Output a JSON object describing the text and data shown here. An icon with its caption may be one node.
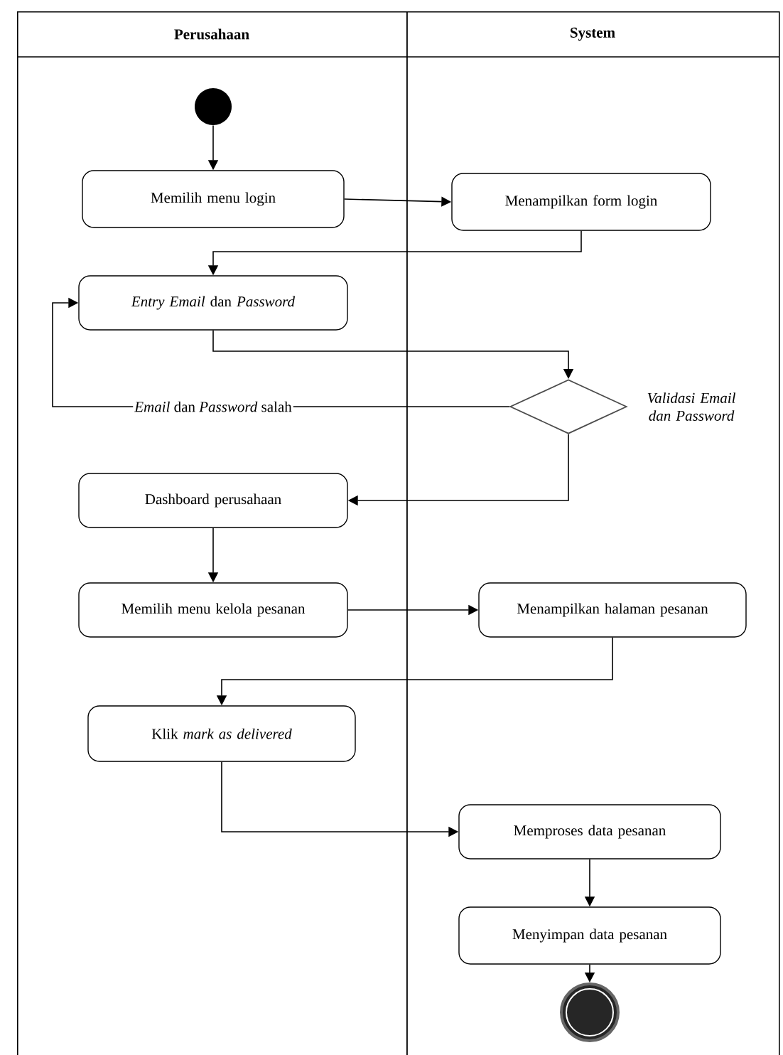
{
  "diagram": {
    "nodes": [
      {
        "text": [
          "Perusahaan"
        ]
      },
      {
        "text": [
          "System"
        ]
      },
      {
        "text": [],
        "shape": "circle",
        "in": 0
      },
      {
        "text": [
          "Memilih menu login"
        ],
        "in": 0
      },
      {
        "text": [
          "Menampilkan form login"
        ],
        "in": 1
      },
      {
        "text": [
          "*Entry Email* dan *Password*"
        ],
        "in": 0
      },
      {
        "text": [],
        "shape": "diamond",
        "in": 1,
        "beside": [
          "Validasi Email dan Password"
        ]
      },
      {
        "text": [
          "Dashboard perusahaan"
        ],
        "in": 0
      },
      {
        "text": [
          "Memilih menu kelola pesanan"
        ],
        "in": 0
      },
      {
        "text": [
          "Menampilkan halaman pesanan"
        ],
        "in": 1
      },
      {
        "text": [
          "Klik *mark as delivered*"
        ],
        "in": 0
      },
      {
        "text": [
          "Memproses data pesanan"
        ],
        "in": 1
      },
      {
        "text": [
          "Menyimpan data pesanan"
        ],
        "in": 1
      },
      {
        "text": [],
        "shape": "circle",
        "in": 1
      }
    ],
    "edges": [
      {
        "from": 2,
        "to": 3,
        "arrow": "to"
      },
      {
        "from": 3,
        "to": 4,
        "arrow": "to"
      },
      {
        "from": 4,
        "to": 5,
        "arrow": "to"
      },
      {
        "from": 5,
        "to": 6,
        "arrow": "to"
      },
      {
        "from": 6,
        "to": 5,
        "arrow": "to",
        "label": "*Email* dan *Password* salah"
      },
      {
        "from": 6,
        "to": 7,
        "arrow": "to"
      },
      {
        "from": 7,
        "to": 8,
        "arrow": "to"
      },
      {
        "from": 8,
        "to": 9,
        "arrow": "to"
      },
      {
        "from": 9,
        "to": 10,
        "arrow": "to"
      },
      {
        "from": 10,
        "to": 11,
        "arrow": "to"
      },
      {
        "from": 11,
        "to": 12,
        "arrow": "to"
      },
      {
        "from": 12,
        "to": 13,
        "arrow": "to"
      }
    ]
  }
}
